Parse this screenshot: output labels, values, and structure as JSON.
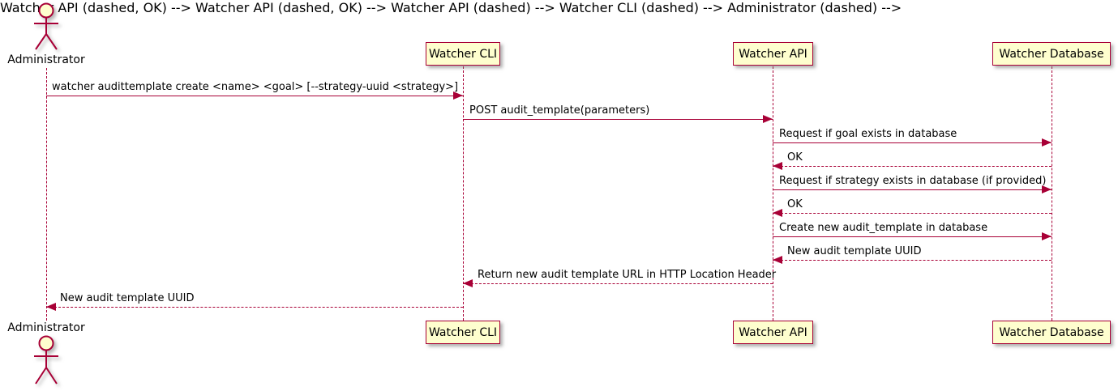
{
  "diagram": {
    "type": "uml-sequence-diagram",
    "actor": {
      "name": "Administrator"
    },
    "participants": [
      {
        "name": "Watcher CLI"
      },
      {
        "name": "Watcher API"
      },
      {
        "name": "Watcher Database"
      }
    ],
    "messages": [
      {
        "label": "watcher audittemplate create <name> <goal> [--strategy-uuid <strategy>]",
        "from": "Administrator",
        "to": "Watcher CLI",
        "style": "solid"
      },
      {
        "label": "POST audit_template(parameters)",
        "from": "Watcher CLI",
        "to": "Watcher API",
        "style": "solid"
      },
      {
        "label": "Request if goal exists in database",
        "from": "Watcher API",
        "to": "Watcher Database",
        "style": "solid"
      },
      {
        "label": "OK",
        "from": "Watcher Database",
        "to": "Watcher API",
        "style": "dashed"
      },
      {
        "label": "Request if strategy exists in database (if provided)",
        "from": "Watcher API",
        "to": "Watcher Database",
        "style": "solid"
      },
      {
        "label": "OK",
        "from": "Watcher Database",
        "to": "Watcher API",
        "style": "dashed"
      },
      {
        "label": "Create new audit_template in database",
        "from": "Watcher API",
        "to": "Watcher Database",
        "style": "solid"
      },
      {
        "label": "New audit template UUID",
        "from": "Watcher Database",
        "to": "Watcher API",
        "style": "dashed"
      },
      {
        "label": "Return new audit template URL in HTTP Location Header",
        "from": "Watcher API",
        "to": "Watcher CLI",
        "style": "dashed"
      },
      {
        "label": "New audit template UUID",
        "from": "Watcher CLI",
        "to": "Administrator",
        "style": "dashed"
      }
    ],
    "colors": {
      "participant_fill": "#FEFECE",
      "line": "#A80036",
      "text": "#000000",
      "background": "#FFFFFF"
    }
  }
}
